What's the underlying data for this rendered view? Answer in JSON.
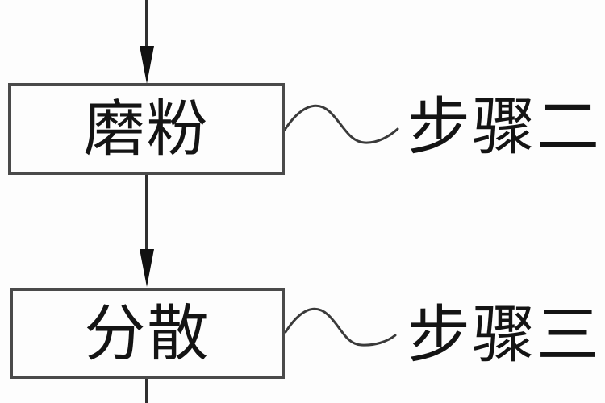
{
  "diagram": {
    "kind": "flowchart",
    "colors": {
      "background": "#fdfdfd",
      "line": "#2f2f2f",
      "box_border": "#4a4a4a",
      "arrow_fill": "#111111",
      "text": "#141414"
    },
    "nodes": [
      {
        "label": "磨粉",
        "step_label": "步骤二"
      },
      {
        "label": "分散",
        "step_label": "步骤三"
      }
    ]
  }
}
